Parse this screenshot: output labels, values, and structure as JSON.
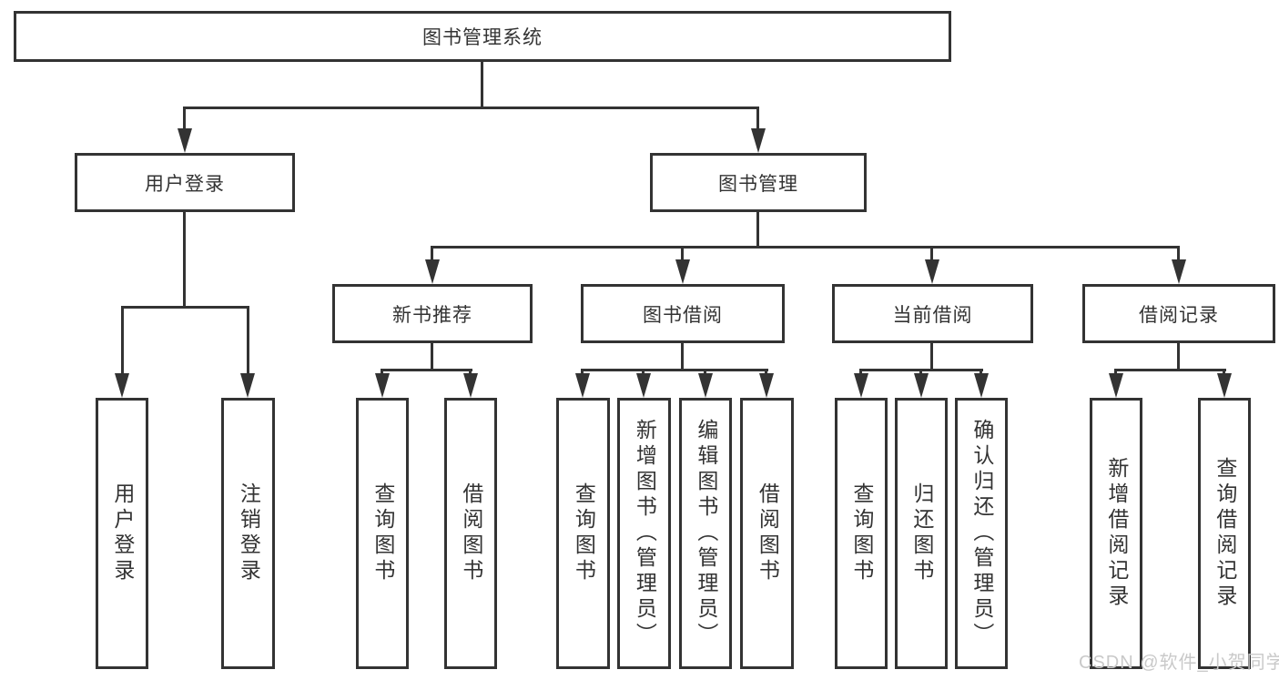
{
  "diagram": {
    "root": {
      "label": "图书管理系统"
    },
    "branches": [
      {
        "label": "用户登录",
        "children": [
          {
            "label": "用户登录"
          },
          {
            "label": "注销登录"
          }
        ]
      },
      {
        "label": "图书管理",
        "children": [
          {
            "label": "新书推荐",
            "children": [
              {
                "label": "查询图书"
              },
              {
                "label": "借阅图书"
              }
            ]
          },
          {
            "label": "图书借阅",
            "children": [
              {
                "label": "查询图书"
              },
              {
                "label": "新增图书（管理员）"
              },
              {
                "label": "编辑图书（管理员）"
              },
              {
                "label": "借阅图书"
              }
            ]
          },
          {
            "label": "当前借阅",
            "children": [
              {
                "label": "查询图书"
              },
              {
                "label": "归还图书"
              },
              {
                "label": "确认归还（管理员）"
              }
            ]
          },
          {
            "label": "借阅记录",
            "children": [
              {
                "label": "新增借阅记录"
              },
              {
                "label": "查询借阅记录"
              }
            ]
          }
        ]
      }
    ]
  },
  "watermark": {
    "text": "CSDN @软件_小贺同学"
  },
  "colors": {
    "line": "#333333",
    "border": "#333333",
    "text": "#333333",
    "background": "#ffffff",
    "watermark": "#c9c9c9"
  }
}
